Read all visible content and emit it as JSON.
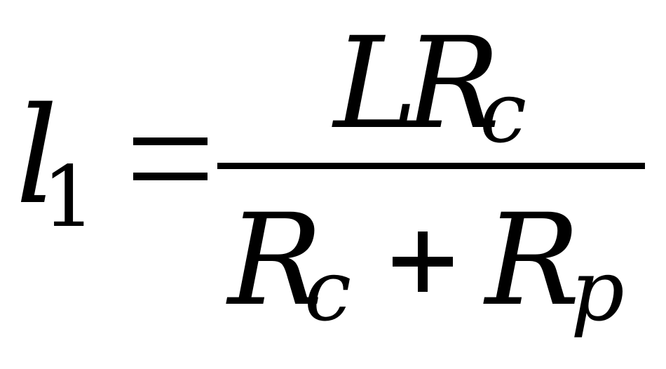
{
  "formula": {
    "lhs": {
      "variable": "l",
      "subscript": "1"
    },
    "relation": "=",
    "numerator": {
      "factor_1": "L",
      "factor_2": "R",
      "factor_2_subscript": "c"
    },
    "denominator": {
      "term_1": "R",
      "term_1_subscript": "c",
      "operator": "+",
      "term_2": "R",
      "term_2_subscript": "p"
    }
  }
}
